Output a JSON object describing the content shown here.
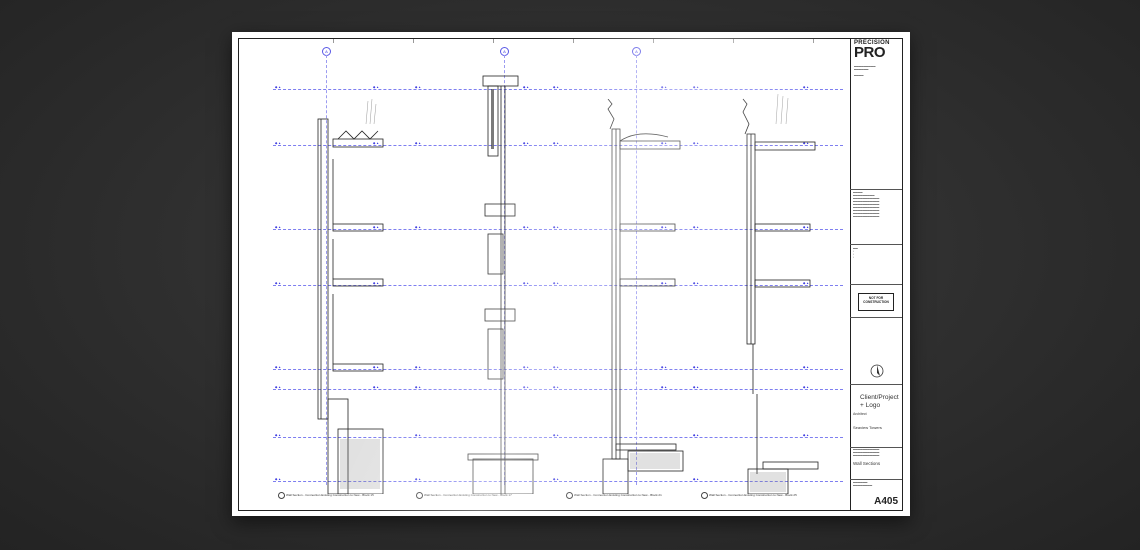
{
  "title_block": {
    "brand_top": "PRECISION",
    "brand_main": "PRO",
    "stamp": "NOT FOR CONSTRUCTION",
    "client": "Client/Project + Logo",
    "project_label": "Architect",
    "project_name": "Seaview Towers",
    "sheet_title": "Wall Sections",
    "sheet_number": "A405"
  },
  "sections": [
    {
      "caption": "Wall Section - Connection Existing Construction to New - Block 15"
    },
    {
      "caption": "Wall Section - Connection Existing Construction to New - Block 17"
    },
    {
      "caption": "Wall Section - Connection Existing Construction to New - Block 21"
    },
    {
      "caption": "Wall Section - Connection Existing Construction to New - Block 25"
    }
  ],
  "grid_bubbles": [
    "A",
    "A",
    "A"
  ],
  "level_tags": [
    "L1 - Block 15",
    "L1 - Block 15",
    "L1 - Block 15",
    "L1 - Block 15"
  ]
}
